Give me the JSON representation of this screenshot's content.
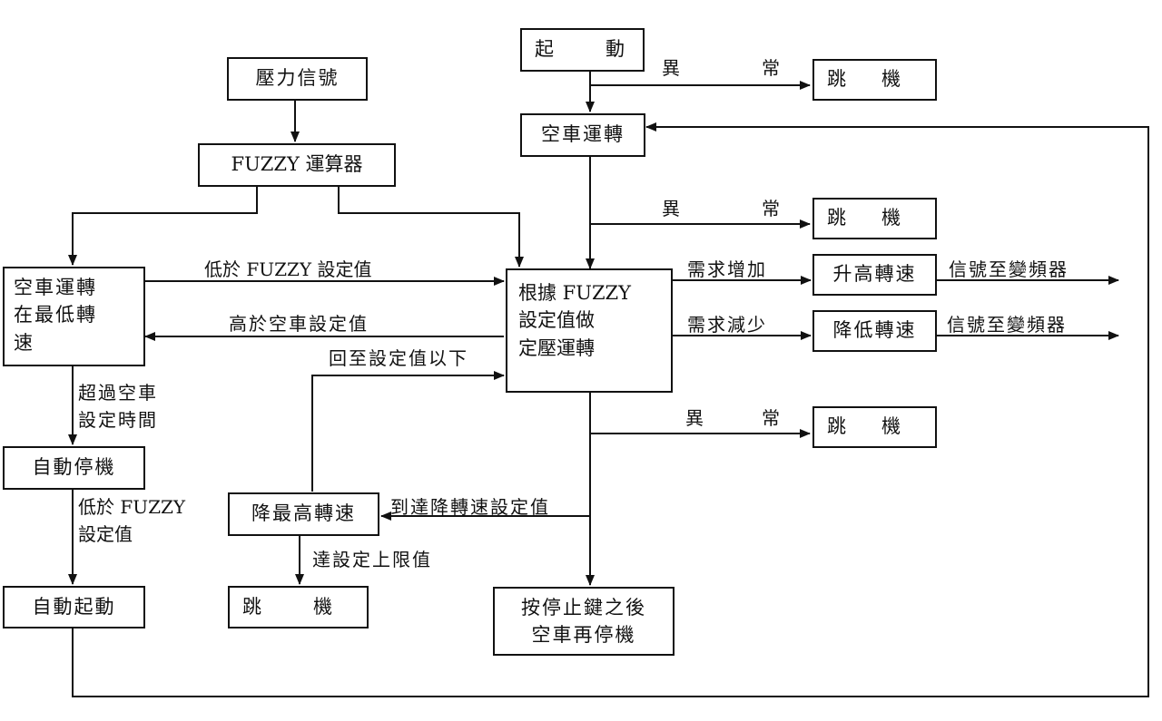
{
  "nodes": {
    "start": [
      "起",
      "動"
    ],
    "trip_top": [
      "跳",
      "機"
    ],
    "idle_run": "空車運轉",
    "trip_2": [
      "跳",
      "機"
    ],
    "pressure_signal": "壓力信號",
    "fuzzy_calc": "FUZZY 運算器",
    "idle_min_speed": "空車運轉\n在最低轉\n速",
    "fuzzy_main": "根據 FUZZY\n設定值做\n定壓運轉",
    "raise_speed": "升高轉速",
    "lower_speed": "降低轉速",
    "trip_3": [
      "跳",
      "機"
    ],
    "auto_stop": "自動停機",
    "lower_max_speed": "降最高轉速",
    "trip_bottom": [
      "跳",
      "機"
    ],
    "auto_start": "自動起動",
    "stop_key": "按停止鍵之後\n空車再停機"
  },
  "labels": {
    "abnormal_top": [
      "異",
      "常"
    ],
    "abnormal_mid": [
      "異",
      "常"
    ],
    "abnormal_low": [
      "異",
      "常"
    ],
    "below_fuzzy": "低於 FUZZY 設定值",
    "above_idle": "高於空車設定值",
    "back_below": "回至設定值以下",
    "demand_up": "需求增加",
    "demand_down": "需求減少",
    "signal_inverter_1": "信號至變頻器",
    "signal_inverter_2": "信號至變頻器",
    "exceed_idle_time": "超過空車\n設定時間",
    "below_fuzzy_setting": "低於 FUZZY\n設定值",
    "reach_reduce_setting": "到達降轉速設定值",
    "reach_upper_limit": "達設定上限值"
  }
}
